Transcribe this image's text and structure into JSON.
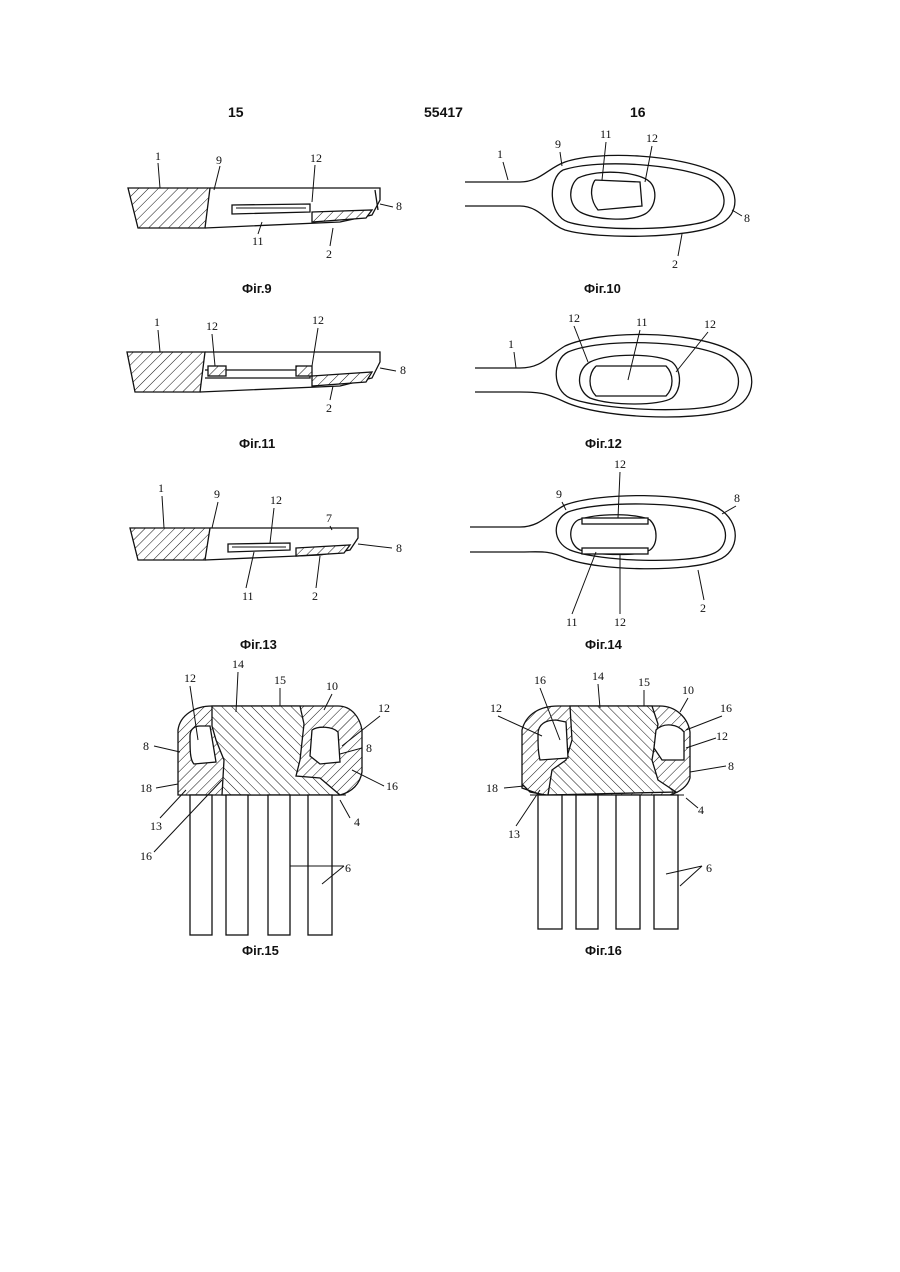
{
  "header": {
    "left_page": "15",
    "doc_number": "55417",
    "right_page": "16"
  },
  "figures": {
    "fig9": {
      "caption": "Фіг.9",
      "labels": [
        "1",
        "9",
        "12",
        "8",
        "11",
        "2"
      ]
    },
    "fig10": {
      "caption": "Фіг.10",
      "labels": [
        "1",
        "9",
        "11",
        "12",
        "8",
        "2"
      ]
    },
    "fig11": {
      "caption": "Фіг.11",
      "labels": [
        "1",
        "12",
        "12",
        "8",
        "2"
      ]
    },
    "fig12": {
      "caption": "Фіг.12",
      "labels": [
        "12",
        "11",
        "12",
        "1"
      ]
    },
    "fig13": {
      "caption": "Фіг.13",
      "labels": [
        "1",
        "9",
        "12",
        "7",
        "8",
        "11",
        "2"
      ]
    },
    "fig14": {
      "caption": "Фіг.14",
      "labels": [
        "9",
        "12",
        "8",
        "11",
        "12",
        "2"
      ]
    },
    "fig15": {
      "caption": "Фіг.15",
      "labels": [
        "12",
        "14",
        "15",
        "10",
        "12",
        "8",
        "8",
        "18",
        "16",
        "13",
        "16",
        "4",
        "6"
      ]
    },
    "fig16": {
      "caption": "Фіг.16",
      "labels": [
        "16",
        "14",
        "15",
        "10",
        "16",
        "12",
        "12",
        "8",
        "18",
        "4",
        "13",
        "6"
      ]
    }
  }
}
